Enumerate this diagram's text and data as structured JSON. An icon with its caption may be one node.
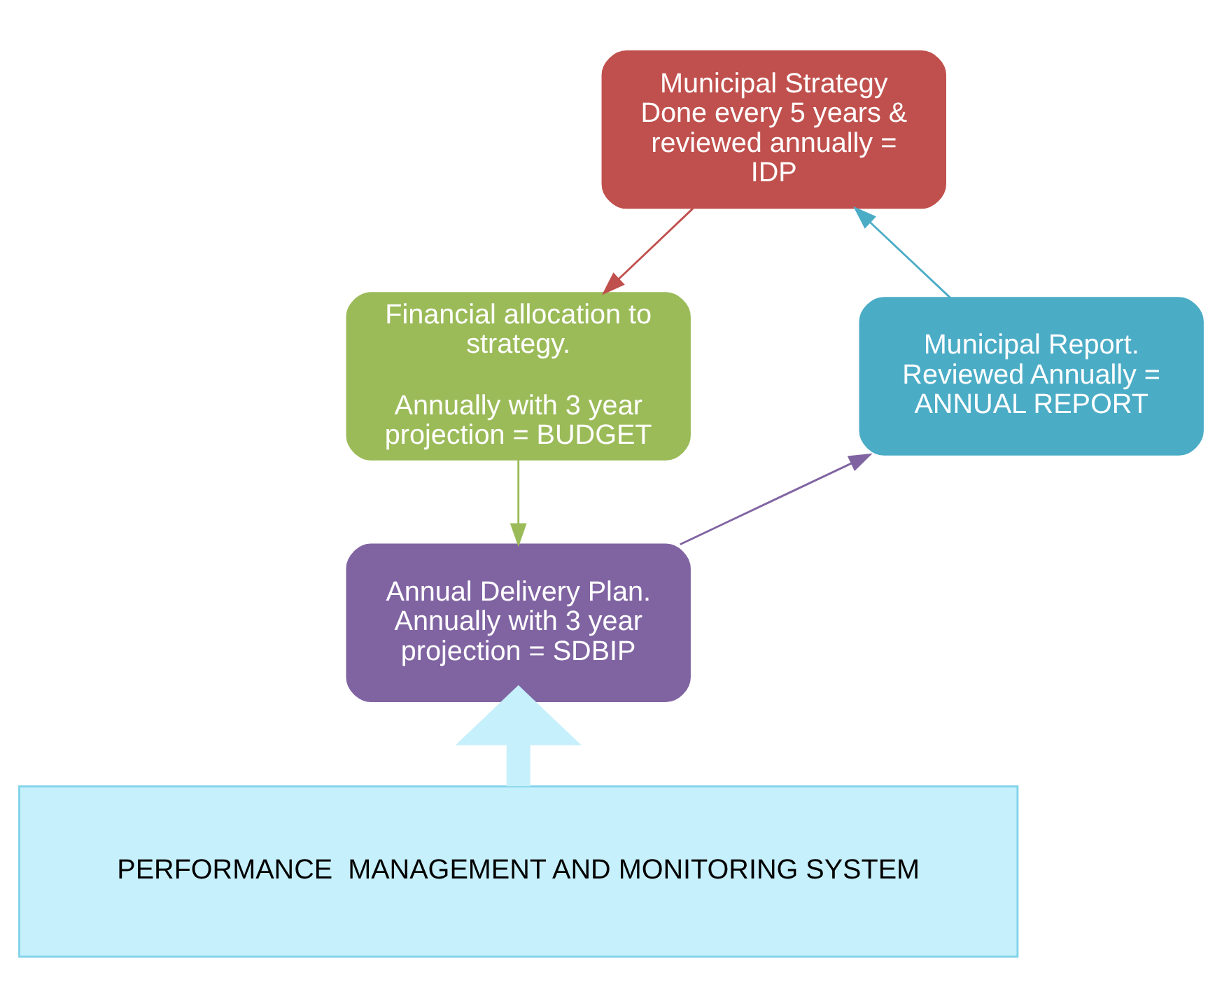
{
  "diagram": {
    "nodes": [
      {
        "text": [
          "Municipal Strategy Done every 5 years & reviewed annually = IDP"
        ]
      },
      {
        "text": [
          "Financial allocation to strategy.",
          "Annually with 3 year projection = BUDGET"
        ]
      },
      {
        "text": [
          "Annual Delivery Plan. Annually with 3 year projection = SDBIP"
        ]
      },
      {
        "text": [
          "Municipal Report. Reviewed Annually = ANNUAL REPORT"
        ]
      },
      {
        "text": [
          "PERFORMANCE  MANAGEMENT AND MONITORING SYSTEM"
        ]
      }
    ],
    "edges": [
      {
        "from": 0,
        "to": 1,
        "arrow": "to",
        "color": "#c0504d"
      },
      {
        "from": 1,
        "to": 2,
        "arrow": "to",
        "color": "#9bbb59"
      },
      {
        "from": 2,
        "to": 3,
        "arrow": "to",
        "color": "#8064a2"
      },
      {
        "from": 3,
        "to": 0,
        "arrow": "to",
        "color": "#4bacc6"
      },
      {
        "from": 4,
        "to": 2,
        "arrow": "to",
        "style": "thick",
        "color": "#c6f0fb"
      }
    ]
  }
}
